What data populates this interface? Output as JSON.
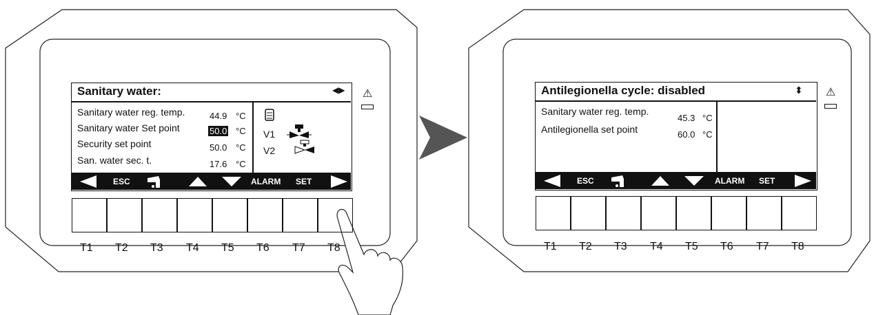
{
  "left_panel": {
    "title": "Sanitary water:",
    "nav_symbol": "◀▶",
    "rows": [
      {
        "label": "Sanitary water reg. temp.",
        "value": "44.9",
        "unit": "°C"
      },
      {
        "label": "Sanitary water Set point",
        "value": "50.0",
        "unit": "°C",
        "selected": true
      },
      {
        "label": "Security set point",
        "value": "50.0",
        "unit": "°C"
      },
      {
        "label": "San. water sec. t.",
        "value": "17.6",
        "unit": "°C"
      }
    ],
    "valves": [
      {
        "label": "V1",
        "icon": "valve-icon"
      },
      {
        "label": "V2",
        "icon": "valve-icon"
      }
    ],
    "boiler_icon": "boiler-icon"
  },
  "right_panel": {
    "title": "Antilegionella cycle: disabled",
    "nav_symbol": "⬍",
    "rows": [
      {
        "label": "Sanitary water reg. temp.",
        "value": "45.3",
        "unit": "°C"
      },
      {
        "label": "Antilegionella set point",
        "value": "60.0",
        "unit": "°C"
      }
    ]
  },
  "function_bar": {
    "esc": "ESC",
    "alarm": "ALARM",
    "set": "SET",
    "icons": [
      "left-arrow-icon",
      "tap-icon",
      "up-arrow-icon",
      "down-arrow-icon",
      "right-arrow-icon"
    ]
  },
  "keys": [
    "T1",
    "T2",
    "T3",
    "T4",
    "T5",
    "T6",
    "T7",
    "T8"
  ],
  "warning_symbol": "⚠",
  "colors": {
    "lcd_bar": "#111111",
    "arrow": "#555555"
  }
}
